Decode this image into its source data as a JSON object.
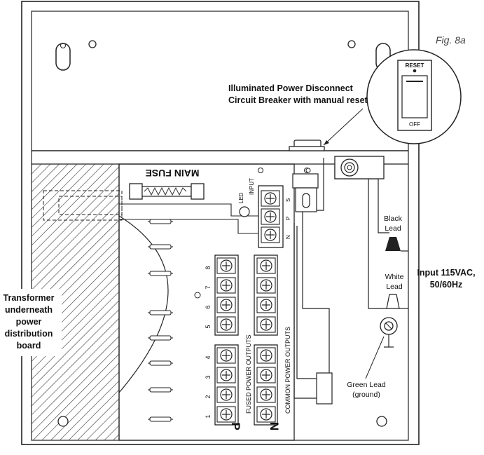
{
  "figure": {
    "label": "Fig. 8a"
  },
  "breaker": {
    "callout_line1": "Illuminated Power Disconnect",
    "callout_line2": "Circuit Breaker with manual reset",
    "reset_label": "RESET",
    "off_label": "OFF"
  },
  "fuse": {
    "label": "MAIN FUSE"
  },
  "input_block": {
    "title": "INPUT",
    "terminals": [
      "S",
      "P",
      "N"
    ],
    "led": "LED"
  },
  "leads": {
    "black_line1": "Black",
    "black_line2": "Lead",
    "white_line1": "White",
    "white_line2": "Lead",
    "input_line1": "Input 115VAC,",
    "input_line2": "50/60Hz",
    "green_line1": "Green Lead",
    "green_line2": "(ground)"
  },
  "transformer": {
    "line1": "Transformer",
    "line2": "underneath",
    "line3": "power",
    "line4": "distribution",
    "line5": "board"
  },
  "outputs": {
    "numbers": [
      "8",
      "7",
      "6",
      "5",
      "4",
      "3",
      "2",
      "1"
    ],
    "fused_label": "FUSED POWER OUTPUTS",
    "common_label": "COMMON POWER OUTPUTS",
    "p_label": "P",
    "n_label": "N"
  }
}
